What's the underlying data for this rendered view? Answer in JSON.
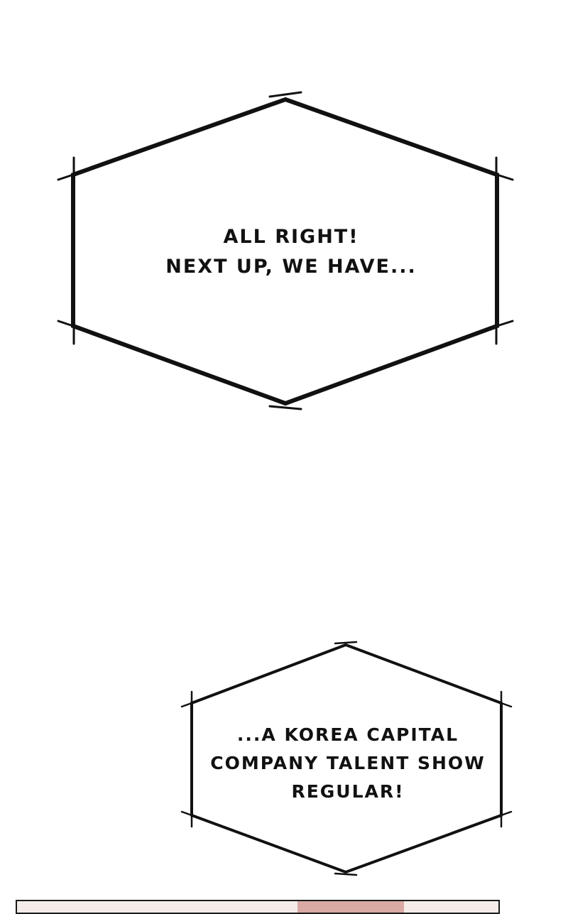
{
  "bubbles": [
    {
      "lines": [
        "ALL RIGHT!",
        "NEXT UP, WE HAVE..."
      ]
    },
    {
      "lines": [
        "...A KOREA CAPITAL",
        "COMPANY TALENT SHOW",
        "REGULAR!"
      ]
    }
  ],
  "colors": {
    "ink": "#111111",
    "background": "#ffffff",
    "next_panel": "#f3ece9",
    "next_panel_figure": "#d9a9a3"
  }
}
